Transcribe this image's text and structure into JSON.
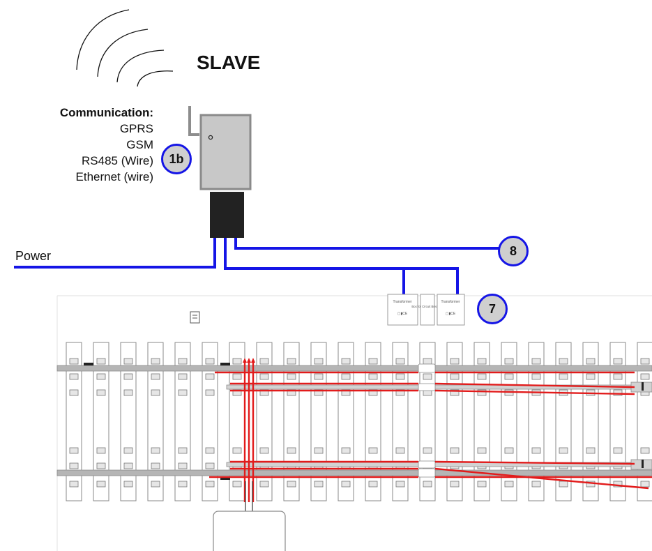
{
  "slave_title": "SLAVE",
  "communication": {
    "title": "Communication:",
    "items": [
      "GPRS",
      "GSM",
      "RS485 (Wire)",
      "Ethernet (wire)"
    ]
  },
  "power_label": "Power",
  "badges": {
    "device": "1b",
    "output_8": "8",
    "output_7": "7"
  },
  "boxes": {
    "transformer_left": "Transformer",
    "box_for_circuit_breakers": "Box for Circuit Breakers",
    "transformer_right": "Transformer"
  },
  "colors": {
    "wire": "#1515e6",
    "heating": "#e21b1b",
    "device_body": "#c8c8c8",
    "device_base": "#222222",
    "rail": "#b5b5b5",
    "sleeper_outline": "#8a8a8a"
  }
}
